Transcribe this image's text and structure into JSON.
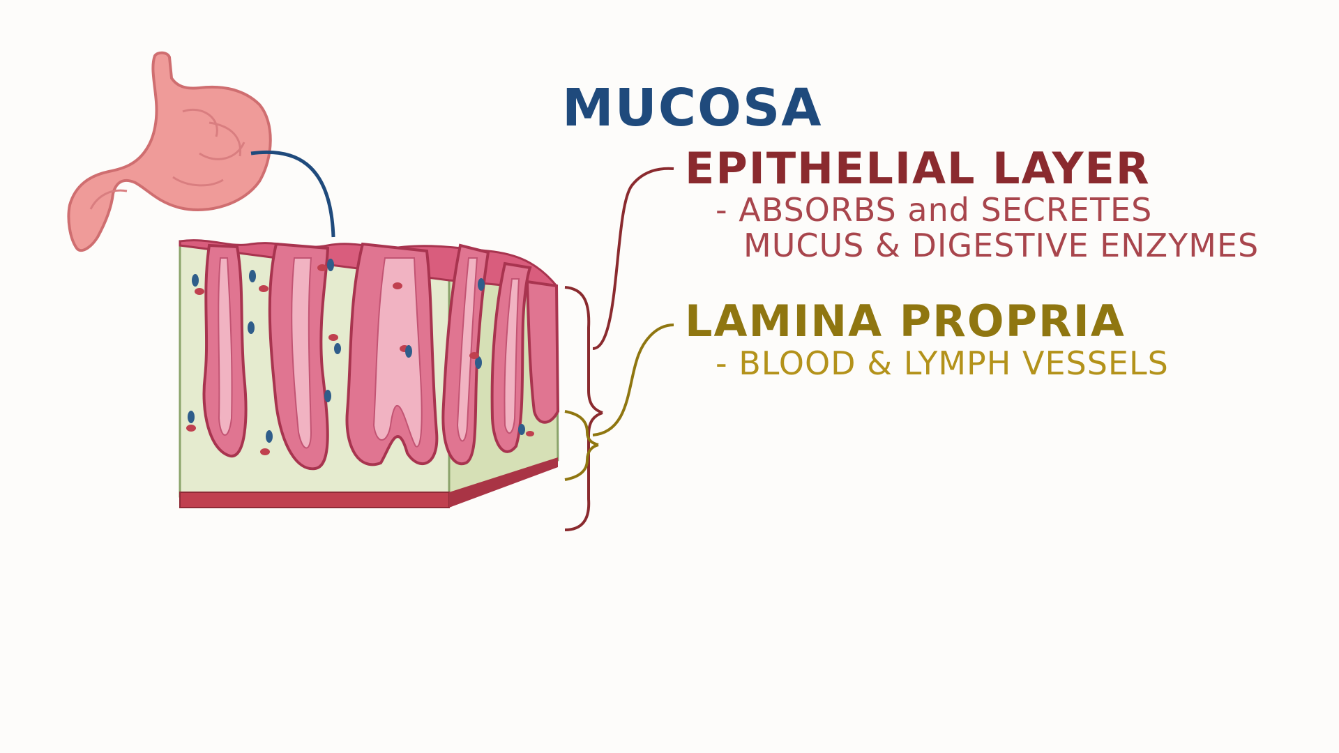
{
  "colors": {
    "background": "#fdfcfa",
    "title": "#1f4a7c",
    "epithelial_heading": "#8a2a2e",
    "epithelial_text": "#a8454c",
    "lamina_heading": "#8f7610",
    "lamina_text": "#b3921a",
    "stomach": "#ef9b99",
    "tissue_pink": "#d95d7d",
    "connective": "#e5ebcf",
    "muscle": "#c0404f"
  },
  "title": "MUCOSA",
  "epithelial": {
    "heading": "EPITHELIAL LAYER",
    "line1": "- ABSORBS and SECRETES",
    "line2": "MUCUS & DIGESTIVE ENZYMES"
  },
  "lamina": {
    "heading": "LAMINA PROPRIA",
    "line1": "- BLOOD & LYMPH VESSELS"
  },
  "icons": {
    "stomach": "stomach-icon",
    "mucosa_block": "mucosa-block-illustration"
  }
}
